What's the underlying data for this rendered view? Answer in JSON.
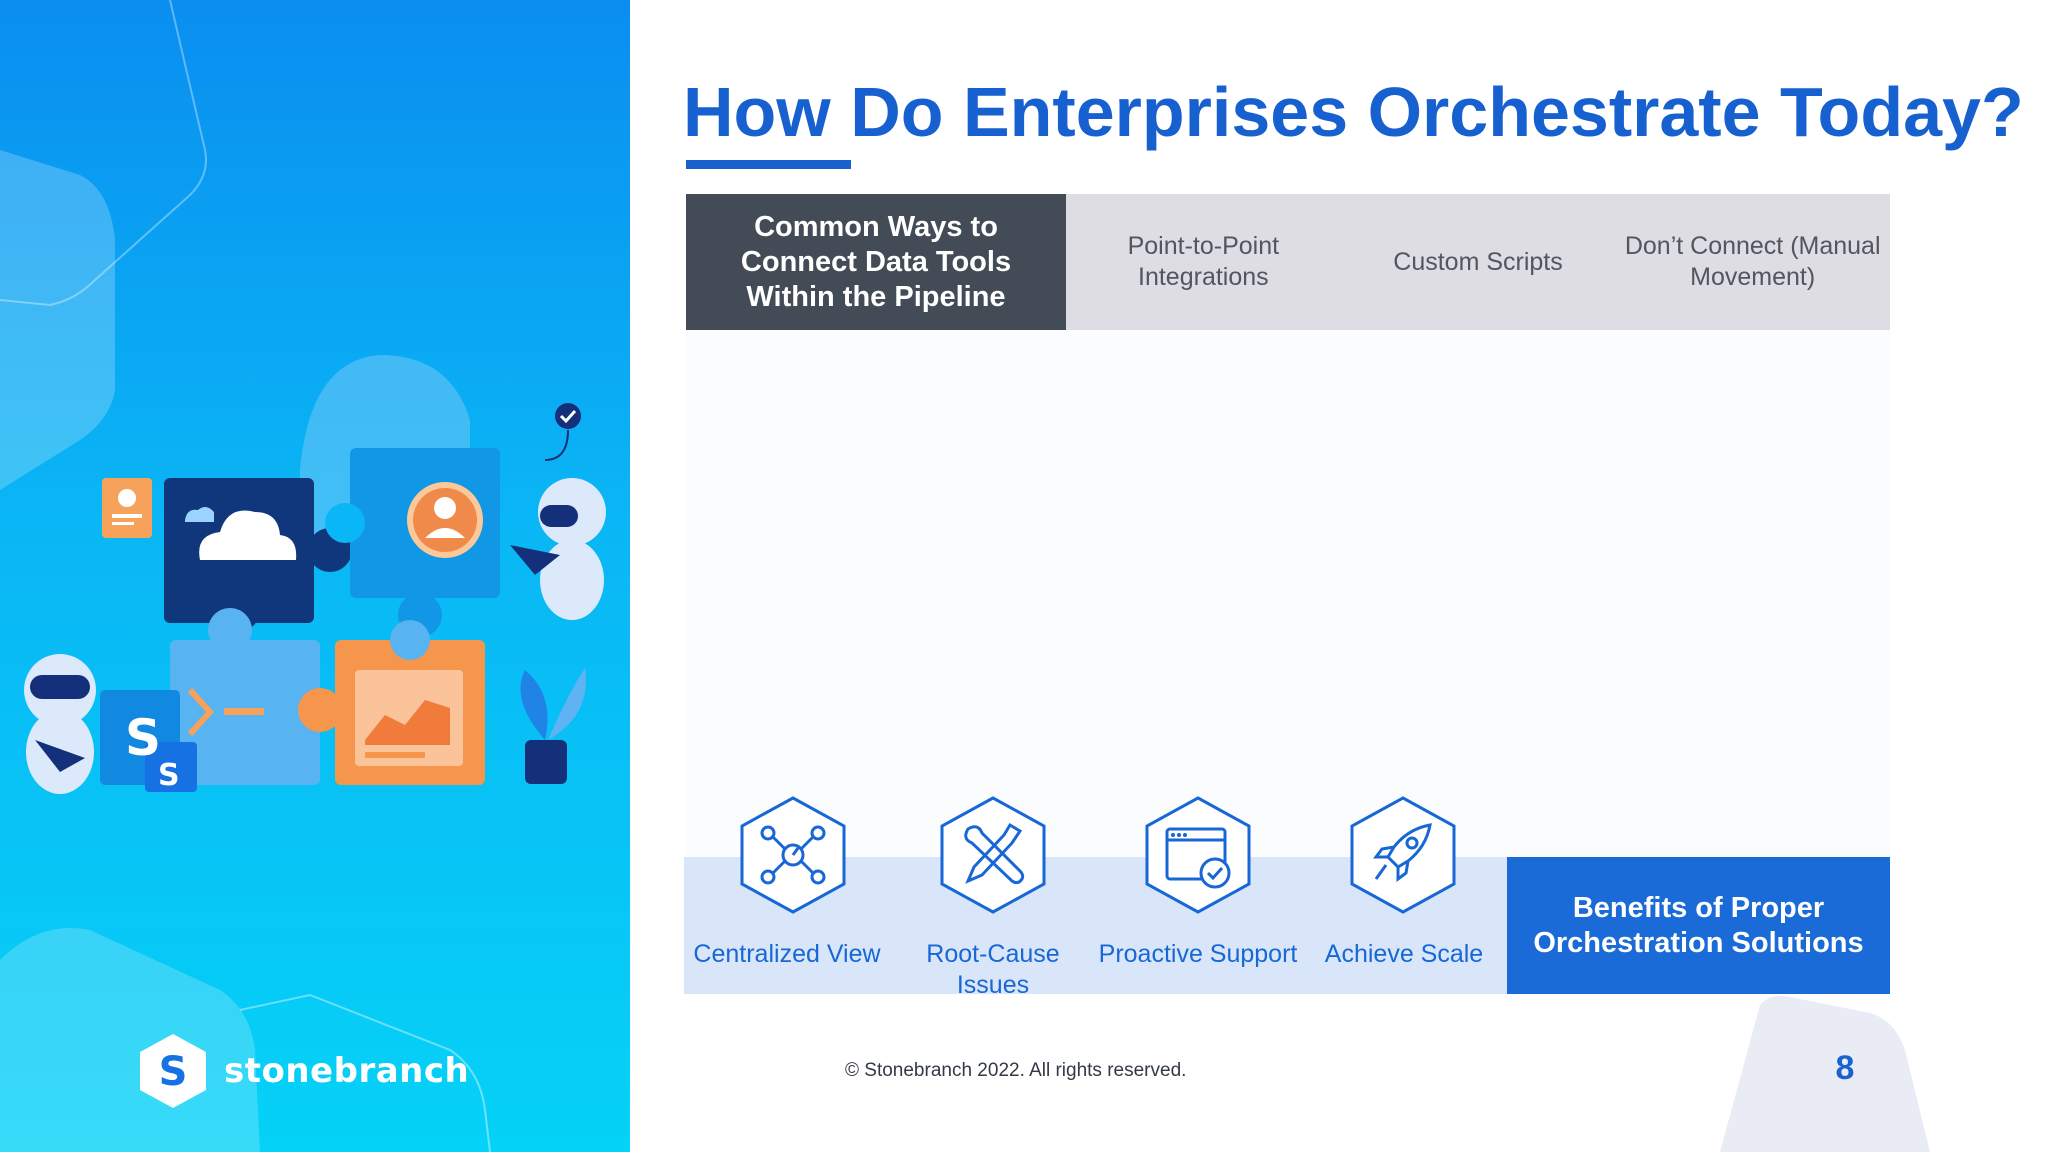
{
  "slide": {
    "title": "How Do Enterprises Orchestrate Today?",
    "page_number": "8",
    "copyright": "© Stonebranch 2022. All rights reserved."
  },
  "brand": {
    "name": "stonebranch",
    "logo_letter": "S",
    "colors": {
      "primary_blue": "#1660cf",
      "dark_slate": "#434b57",
      "light_gray": "#dddde3",
      "light_blue": "#d9e6fa",
      "cyan": "#05d2f7"
    }
  },
  "top_band": {
    "label": "Common Ways to Connect Data Tools Within the Pipeline",
    "items": [
      {
        "text": "Point-to-Point Integrations"
      },
      {
        "text": "Custom Scripts"
      },
      {
        "text": "Don’t Connect (Manual Movement)"
      }
    ]
  },
  "bottom_band": {
    "label": "Benefits of Proper Orchestration Solutions",
    "items": [
      {
        "text": "Centralized View",
        "icon": "network-hub-icon"
      },
      {
        "text": "Root-Cause Issues",
        "icon": "tools-icon"
      },
      {
        "text": "Proactive Support",
        "icon": "browser-check-icon"
      },
      {
        "text": "Achieve Scale",
        "icon": "rocket-icon"
      }
    ]
  }
}
